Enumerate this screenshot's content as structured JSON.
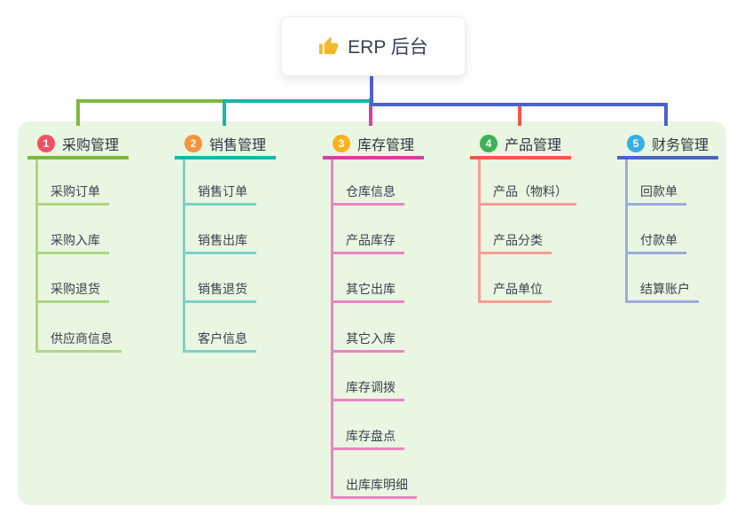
{
  "root": {
    "icon": "thumbs-up",
    "title": "ERP 后台"
  },
  "canvas": {
    "background_color": "#ffffff",
    "panel_color": "#e9f6e2",
    "root_line_color": "#4f63cf",
    "card_color": "#ffffff",
    "title_text_color": "#39414f",
    "branch_text_color": "#2e3642",
    "child_text_color": "#3a424d",
    "icon_color": "#f2b929"
  },
  "branches": [
    {
      "num": "1",
      "title": "采购管理",
      "badge_color": "#f25064",
      "line_color": "#7db83e",
      "child_line_color": "#aed581",
      "children": [
        "采购订单",
        "采购入库",
        "采购退货",
        "供应商信息"
      ]
    },
    {
      "num": "2",
      "title": "销售管理",
      "badge_color": "#f8923c",
      "line_color": "#1db4a8",
      "child_line_color": "#7fd0c5",
      "children": [
        "销售订单",
        "销售出库",
        "销售退货",
        "客户信息"
      ]
    },
    {
      "num": "3",
      "title": "库存管理",
      "badge_color": "#f9b31d",
      "line_color": "#d63fa2",
      "child_line_color": "#ee82c4",
      "children": [
        "仓库信息",
        "产品库存",
        "其它出库",
        "其它入库",
        "库存调拨",
        "库存盘点",
        "出库库明细"
      ]
    },
    {
      "num": "4",
      "title": "产品管理",
      "badge_color": "#3eb256",
      "line_color": "#f5554e",
      "child_line_color": "#f79d96",
      "children": [
        "产品（物料）",
        "产品分类",
        "产品单位"
      ]
    },
    {
      "num": "5",
      "title": "财务管理",
      "badge_color": "#38aee9",
      "line_color": "#4a63c8",
      "child_line_color": "#9dabde",
      "children": [
        "回款单",
        "付款单",
        "结算账户"
      ]
    }
  ]
}
